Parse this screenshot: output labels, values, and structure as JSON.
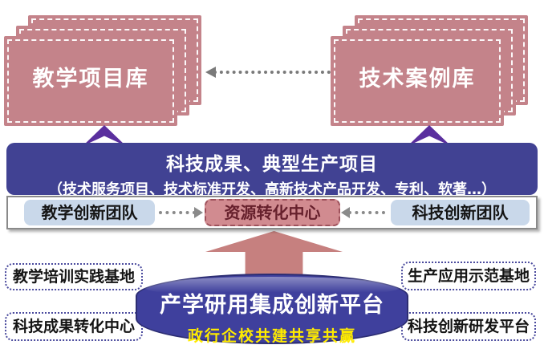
{
  "libraries": {
    "teaching": "教学项目库",
    "technical": "技术案例库"
  },
  "banner": {
    "title": "科技成果、典型生产项目",
    "subtitle": "（技术服务项目、技术标准开发、高新技术产品开发、专利、软著…）"
  },
  "team_row": {
    "left": "教学创新团队",
    "center": "资源转化中心",
    "right": "科技创新团队"
  },
  "platform": {
    "title": "产学研用集成创新平台",
    "subtitle": "政行企校共建共享共赢"
  },
  "bases": {
    "top_left": "教学培训实践基地",
    "top_right": "生产应用示范基地",
    "bottom_left": "科技成果转化中心",
    "bottom_right": "科技创新研发平台"
  },
  "colors": {
    "card_pink": "#C4838A",
    "banner_indigo": "#414293",
    "chevron_purple": "#5A2F9E",
    "team_box_blue": "#C9D8EA",
    "center_box_pink": "#D18B90",
    "center_box_text": "#66202C",
    "block_arrow_pink": "#C6807F",
    "platform_blue": "#3F409D",
    "platform_subtitle_yellow": "#FFEB00",
    "base_border_purple": "#4B4B9E",
    "connector_gray": "#8A8A8A"
  }
}
